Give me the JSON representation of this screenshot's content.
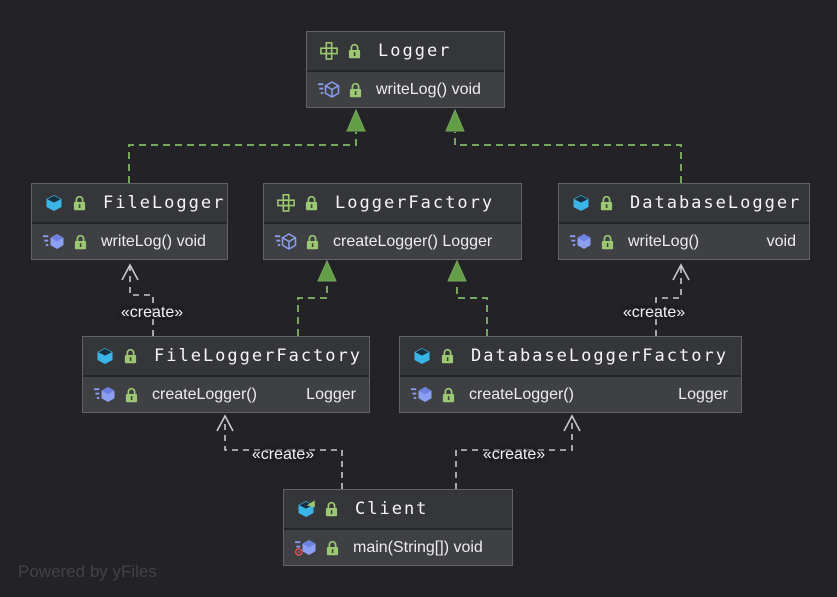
{
  "watermark": "Powered by yFiles",
  "colors": {
    "background": "#232327",
    "node_header_bg": "#35363a",
    "node_body_bg": "#3e4044",
    "node_border": "#616266",
    "realization_edge_green": "#74a85c",
    "dependency_edge_gray": "#c9c9c9",
    "interface_icon_green": "#9dc56f",
    "class_icon_cyan": "#3ab5e8",
    "method_icon_periwinkle": "#8c9ff0",
    "lock_icon_green": "#9cc873",
    "main_marker_red": "#e05757",
    "text_white": "#f6f6f6"
  },
  "diagram": {
    "classes": [
      {
        "name": "Logger",
        "stereotype": "interface",
        "header_icons": [
          "interface-icon",
          "lock-icon"
        ],
        "method_icons": [
          "interface-method-icon",
          "lock-icon"
        ],
        "method_label": "writeLog() void",
        "method_type_right": ""
      },
      {
        "name": "FileLogger",
        "stereotype": "class",
        "header_icons": [
          "class-icon",
          "lock-icon"
        ],
        "method_icons": [
          "class-method-icon",
          "lock-icon"
        ],
        "method_label": "writeLog() void",
        "method_type_right": ""
      },
      {
        "name": "LoggerFactory",
        "stereotype": "interface",
        "header_icons": [
          "interface-icon",
          "lock-icon"
        ],
        "method_icons": [
          "interface-method-icon",
          "lock-icon"
        ],
        "method_label": "createLogger() Logger",
        "method_type_right": ""
      },
      {
        "name": "DatabaseLogger",
        "stereotype": "class",
        "header_icons": [
          "class-icon",
          "lock-icon"
        ],
        "method_icons": [
          "class-method-icon",
          "lock-icon"
        ],
        "method_label": "writeLog()",
        "method_type_right": "void"
      },
      {
        "name": "FileLoggerFactory",
        "stereotype": "class",
        "header_icons": [
          "class-icon",
          "lock-icon"
        ],
        "method_icons": [
          "class-method-icon",
          "lock-icon"
        ],
        "method_label": "createLogger()",
        "method_type_right": "Logger"
      },
      {
        "name": "DatabaseLoggerFactory",
        "stereotype": "class",
        "header_icons": [
          "class-icon",
          "lock-icon"
        ],
        "method_icons": [
          "class-method-icon",
          "lock-icon"
        ],
        "method_label": "createLogger()",
        "method_type_right": "Logger"
      },
      {
        "name": "Client",
        "stereotype": "runnable-class",
        "header_icons": [
          "runnable-class-icon",
          "lock-icon"
        ],
        "method_icons": [
          "main-method-icon",
          "lock-icon"
        ],
        "method_label": "main(String[]) void",
        "method_type_right": ""
      }
    ],
    "edges": {
      "realizations": [
        {
          "from": "FileLogger",
          "to": "Logger"
        },
        {
          "from": "DatabaseLogger",
          "to": "Logger"
        },
        {
          "from": "FileLoggerFactory",
          "to": "LoggerFactory"
        },
        {
          "from": "DatabaseLoggerFactory",
          "to": "LoggerFactory"
        }
      ],
      "dependencies": [
        {
          "from": "FileLoggerFactory",
          "to": "FileLogger",
          "label": "«create»"
        },
        {
          "from": "DatabaseLoggerFactory",
          "to": "DatabaseLogger",
          "label": "«create»"
        },
        {
          "from": "Client",
          "to": "FileLoggerFactory",
          "label": "«create»"
        },
        {
          "from": "Client",
          "to": "DatabaseLoggerFactory",
          "label": "«create»"
        }
      ]
    }
  }
}
